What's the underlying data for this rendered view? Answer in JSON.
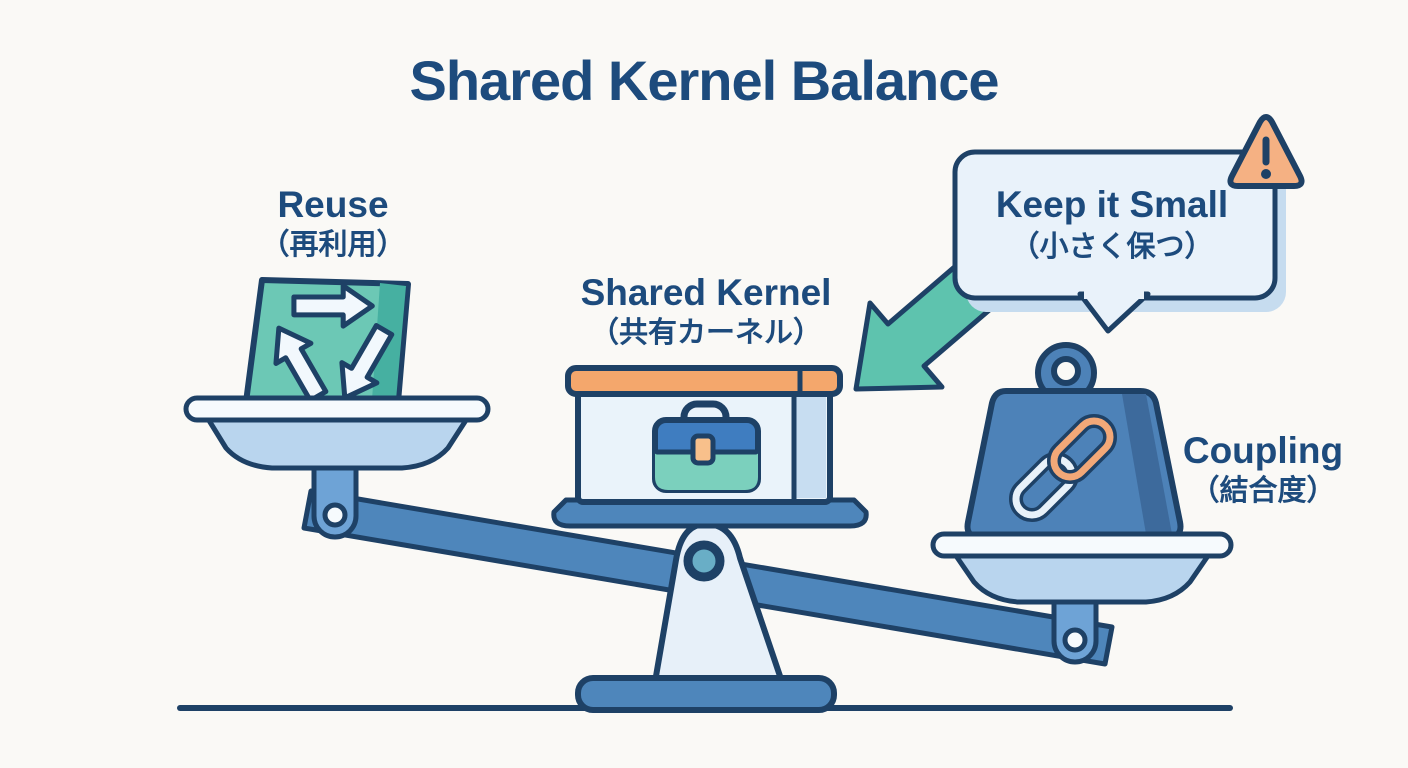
{
  "title": "Shared Kernel Balance",
  "labels": {
    "reuse": {
      "en": "Reuse",
      "jp": "（再利用）"
    },
    "shared": {
      "en": "Shared Kernel",
      "jp": "（共有カーネル）"
    },
    "coupling": {
      "en": "Coupling",
      "jp": "（結合度）"
    }
  },
  "callout": {
    "en": "Keep it Small",
    "jp": "（小さく保つ）",
    "icon": "warning-triangle-icon"
  },
  "scene": {
    "left_pan_item": "recycle-bin",
    "center_item": "shared-kernel-box-with-briefcase",
    "right_pan_item": "coupling-weight-with-chain-link",
    "balance_tilt": "left-up-right-down"
  },
  "colors": {
    "outline": "#1e4166",
    "ink": "#1d4b7d",
    "bg": "#faf9f6",
    "beam": "#4e86bb",
    "stem": "#6ea3d6",
    "pan": "#b9d5ee",
    "rim": "#f6fafd",
    "bin": "#6cc8b5",
    "bindark": "#46b0a1",
    "fulcrum": "#e7f0f9",
    "pivot": "#69aec6",
    "bubble": "#e9f2fa",
    "shadow": "#c6dcef",
    "lid": "#f4a76c",
    "peach": "#f5b183",
    "clasp": "#f8c08b",
    "box": "#eaf3fa",
    "strip": "#c7ddf1",
    "case": "#3f7dc0",
    "casebottom": "#7bd0bd",
    "weight": "#4d82b8",
    "weightdark": "#3d6a9c",
    "linkorange": "#f2a878",
    "linkwhite": "#e8f1f9",
    "arrow": "#5ec3ae",
    "icon": "#f2f8fd"
  }
}
